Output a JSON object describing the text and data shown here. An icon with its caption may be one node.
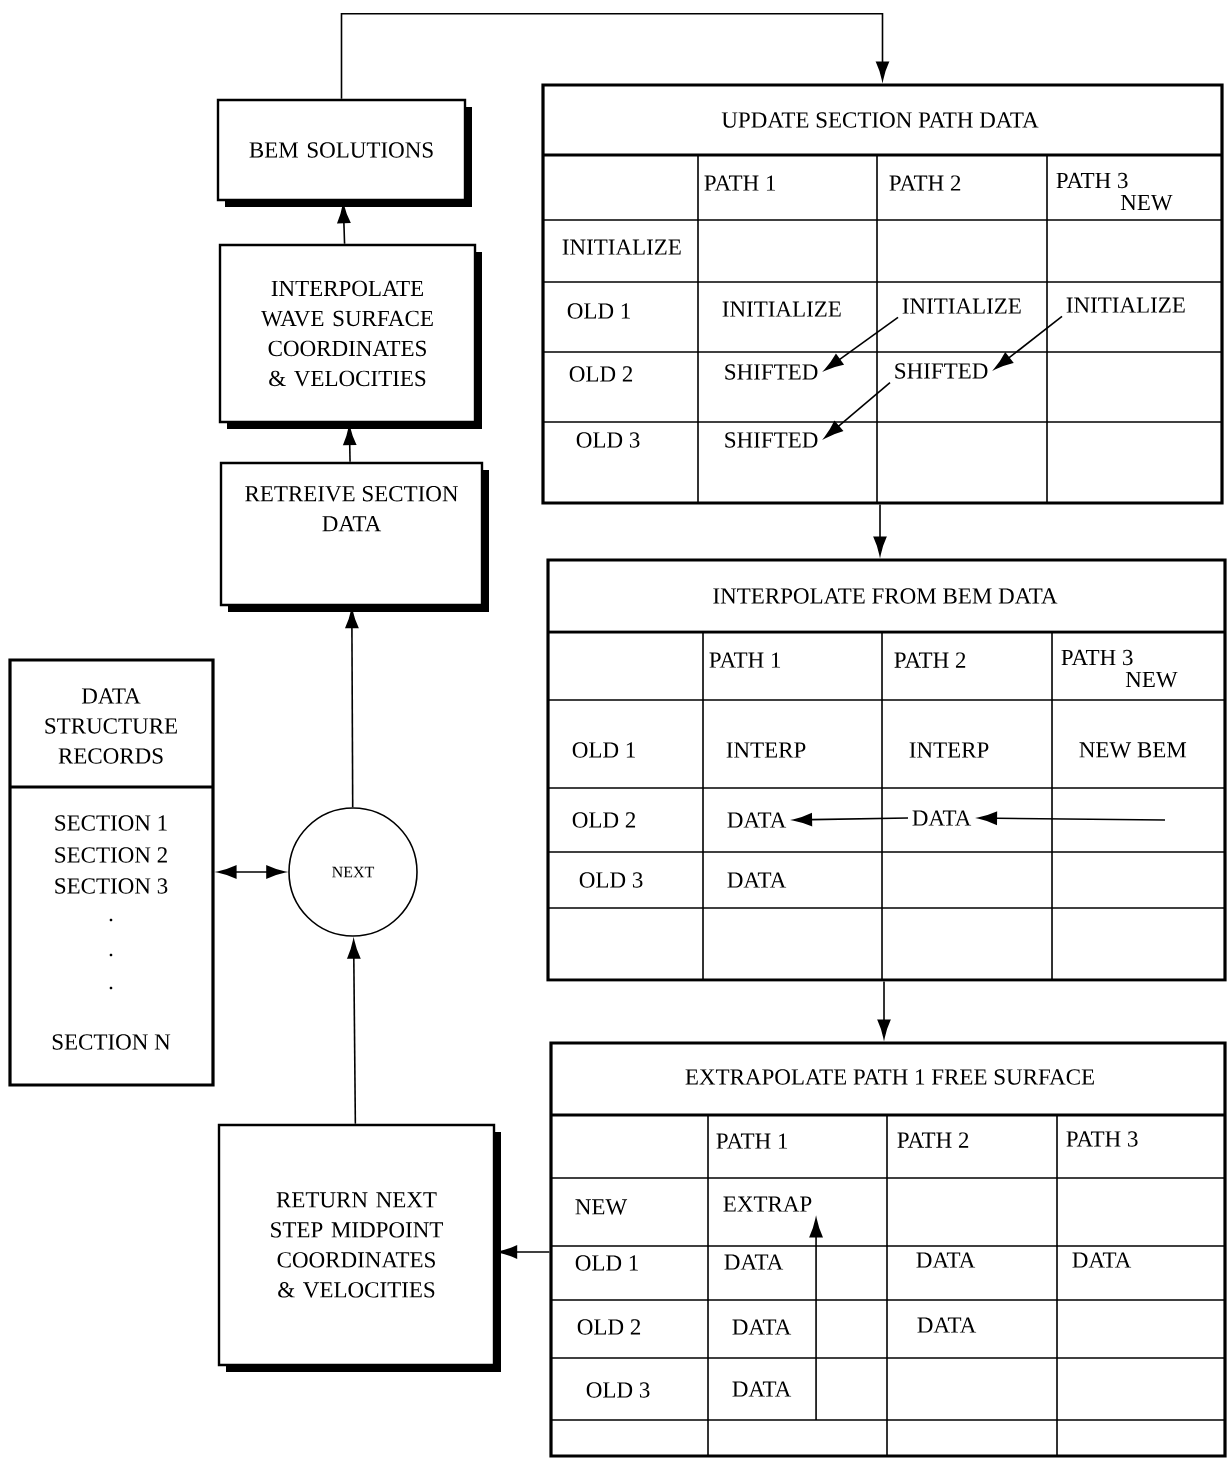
{
  "diagram": {
    "nodes": [
      {
        "text": [
          "BEM SOLUTIONS"
        ]
      },
      {
        "text": [
          "INTERPOLATE WAVE SURFACE COORDINATES & VELOCITIES"
        ]
      },
      {
        "text": [
          "RETREIVE SECTION DATA"
        ]
      },
      {
        "text": [
          "NEXT"
        ]
      },
      {
        "text": [
          "RETURN NEXT STEP MIDPOINT COORDINATES & VELOCITIES"
        ]
      },
      {
        "text": [
          "DATA STRUCTURE RECORDS",
          "SECTION 1",
          "SECTION 2",
          "SECTION 3",
          ".",
          ".",
          ".",
          "SECTION N"
        ]
      },
      {
        "text": [
          "UPDATE SECTION PATH DATA"
        ]
      },
      {
        "text": [
          "PATH 1"
        ],
        "in": 6
      },
      {
        "text": [
          "PATH 2"
        ],
        "in": 6
      },
      {
        "text": [
          "PATH 3",
          "NEW"
        ],
        "in": 6
      },
      {
        "text": [
          "INITIALIZE"
        ],
        "in": 6
      },
      {
        "text": [
          "OLD 1"
        ],
        "in": 6
      },
      {
        "text": [
          "INITIALIZE"
        ],
        "in": 6
      },
      {
        "text": [
          "INITIALIZE"
        ],
        "in": 6
      },
      {
        "text": [
          "INITIALIZE"
        ],
        "in": 6
      },
      {
        "text": [
          "OLD 2"
        ],
        "in": 6
      },
      {
        "text": [
          "SHIFTED"
        ],
        "in": 6
      },
      {
        "text": [
          "SHIFTED"
        ],
        "in": 6
      },
      {
        "text": [
          "OLD 3"
        ],
        "in": 6
      },
      {
        "text": [
          "SHIFTED"
        ],
        "in": 6
      },
      {
        "text": [
          "INTERPOLATE FROM BEM DATA"
        ]
      },
      {
        "text": [
          "PATH 1"
        ],
        "in": 20
      },
      {
        "text": [
          "PATH 2"
        ],
        "in": 20
      },
      {
        "text": [
          "PATH 3",
          "NEW"
        ],
        "in": 20
      },
      {
        "text": [
          "OLD 1"
        ],
        "in": 20
      },
      {
        "text": [
          "INTERP"
        ],
        "in": 20
      },
      {
        "text": [
          "INTERP"
        ],
        "in": 20
      },
      {
        "text": [
          "NEW BEM"
        ],
        "in": 20
      },
      {
        "text": [
          "OLD 2"
        ],
        "in": 20
      },
      {
        "text": [
          "DATA"
        ],
        "in": 20
      },
      {
        "text": [
          "DATA"
        ],
        "in": 20
      },
      {
        "text": [
          "OLD 3"
        ],
        "in": 20
      },
      {
        "text": [
          "DATA"
        ],
        "in": 20
      },
      {
        "text": [
          "EXTRAPOLATE  PATH 1 FREE SURFACE"
        ]
      },
      {
        "text": [
          "PATH 1"
        ],
        "in": 33
      },
      {
        "text": [
          "PATH 2"
        ],
        "in": 33
      },
      {
        "text": [
          "PATH 3"
        ],
        "in": 33
      },
      {
        "text": [
          "NEW"
        ],
        "in": 33
      },
      {
        "text": [
          "EXTRAP"
        ],
        "in": 33
      },
      {
        "text": [
          "OLD 1"
        ],
        "in": 33
      },
      {
        "text": [
          "DATA"
        ],
        "in": 33
      },
      {
        "text": [
          "DATA"
        ],
        "in": 33
      },
      {
        "text": [
          "DATA"
        ],
        "in": 33
      },
      {
        "text": [
          "OLD 2"
        ],
        "in": 33
      },
      {
        "text": [
          "DATA"
        ],
        "in": 33
      },
      {
        "text": [
          "DATA"
        ],
        "in": 33
      },
      {
        "text": [
          "OLD 3"
        ],
        "in": 33
      },
      {
        "text": [
          "DATA"
        ],
        "in": 33
      }
    ],
    "edges": [
      {
        "from": 4,
        "to": 3,
        "arrow": "to"
      },
      {
        "from": 3,
        "to": 2,
        "arrow": "to"
      },
      {
        "from": 2,
        "to": 1,
        "arrow": "to"
      },
      {
        "from": 1,
        "to": 0,
        "arrow": "to"
      },
      {
        "from": 0,
        "to": 6,
        "arrow": "to"
      },
      {
        "from": 6,
        "to": 20,
        "arrow": "to"
      },
      {
        "from": 20,
        "to": 33,
        "arrow": "to"
      },
      {
        "from": 33,
        "to": 4,
        "arrow": "to"
      },
      {
        "from": 5,
        "to": 3,
        "arrow": "both"
      },
      {
        "from": 13,
        "to": 16,
        "arrow": "to"
      },
      {
        "from": 14,
        "to": 17,
        "arrow": "to"
      },
      {
        "from": 17,
        "to": 19,
        "arrow": "to"
      },
      {
        "from": null,
        "to": 30,
        "arrow": "to"
      },
      {
        "from": 30,
        "to": 29,
        "arrow": "to"
      },
      {
        "from": null,
        "to": 38,
        "arrow": "to"
      }
    ]
  }
}
